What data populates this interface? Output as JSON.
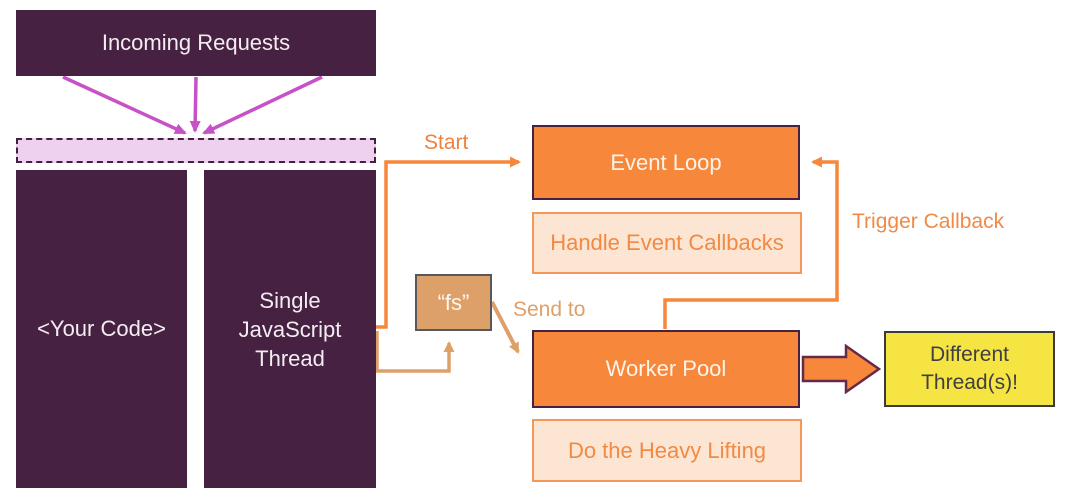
{
  "diagram": {
    "title_context": "Node.js event loop / worker pool diagram",
    "incoming_requests": {
      "label": "Incoming Requests"
    },
    "request_queue": {
      "label": ""
    },
    "your_code": {
      "label": "<Your Code>"
    },
    "single_thread": {
      "label": "Single\nJavaScript\nThread"
    },
    "event_loop": {
      "label": "Event Loop"
    },
    "handle_event_callbacks": {
      "label": "Handle Event Callbacks"
    },
    "fs_module": {
      "label": "“fs”"
    },
    "worker_pool": {
      "label": "Worker Pool"
    },
    "do_the_heavy_lifting": {
      "label": "Do the Heavy Lifting"
    },
    "different_threads": {
      "label": "Different\nThread(s)!"
    },
    "edge_labels": {
      "start": "Start",
      "send_to": "Send to",
      "trigger_callback": "Trigger Callback"
    },
    "icons": {
      "incoming_fanin_arrows": "three magenta arrows converging onto request queue",
      "block_arrow": "thick orange right-arrow from Worker Pool to Different Thread(s)"
    },
    "colors": {
      "dark_purple": "#462142",
      "orange_fill": "#f6873b",
      "pale_orange_fill": "#fce5d2",
      "pale_orange_border": "#f29959",
      "orange_text": "#f08a45",
      "tan": "#dda068",
      "pink_fill": "#eed1ee",
      "magenta": "#c751c7",
      "yellow_fill": "#f5e442",
      "dark_text": "#404040"
    }
  }
}
